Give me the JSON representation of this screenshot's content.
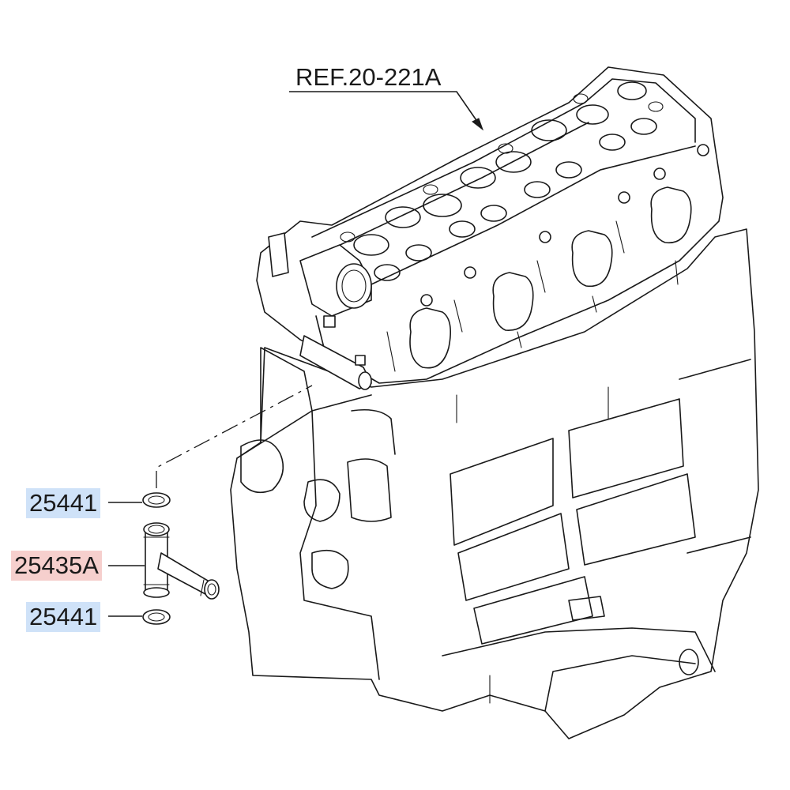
{
  "reference": {
    "text": "REF.20-221A"
  },
  "callouts": [
    {
      "number": "25441",
      "color": "#cfe2f8"
    },
    {
      "number": "25435A",
      "color": "#f6cfcd"
    },
    {
      "number": "25441",
      "color": "#cfe2f8"
    }
  ],
  "colors": {
    "line": "#1a1a1a",
    "background": "#ffffff"
  }
}
